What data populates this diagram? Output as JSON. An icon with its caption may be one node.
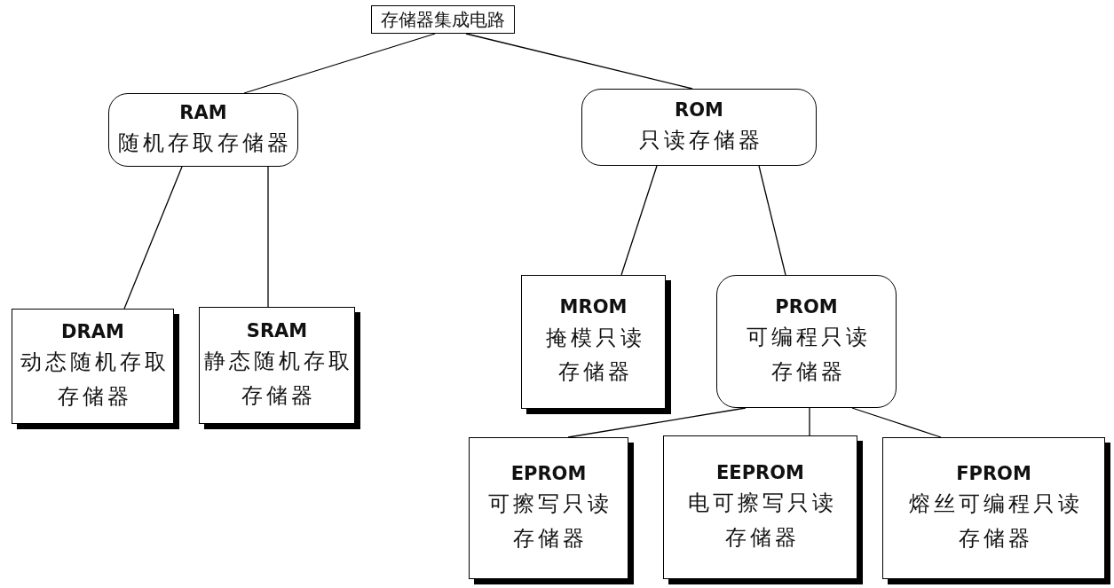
{
  "diagram": {
    "nodes": [
      {
        "text": [
          "存储器集成电路"
        ]
      },
      {
        "text": [
          "RAM",
          "随机存取存储器"
        ]
      },
      {
        "text": [
          "ROM",
          "只读存储器"
        ]
      },
      {
        "text": [
          "DRAM",
          "动态随机存取存储器"
        ]
      },
      {
        "text": [
          "SRAM",
          "静态随机存取存储器"
        ]
      },
      {
        "text": [
          "MROM",
          "掩模只读存储器"
        ]
      },
      {
        "text": [
          "PROM",
          "可编程只读存储器"
        ]
      },
      {
        "text": [
          "EPROM",
          "可擦写只读存储器"
        ]
      },
      {
        "text": [
          "EEPROM",
          "电可擦写只读存储器"
        ]
      },
      {
        "text": [
          "FPROM",
          "熔丝可编程只读存储器"
        ]
      }
    ],
    "edges": [
      {
        "from": 0,
        "to": 1,
        "arrow": "none"
      },
      {
        "from": 0,
        "to": 2,
        "arrow": "none"
      },
      {
        "from": 1,
        "to": 3,
        "arrow": "none"
      },
      {
        "from": 1,
        "to": 4,
        "arrow": "none"
      },
      {
        "from": 2,
        "to": 5,
        "arrow": "none"
      },
      {
        "from": 2,
        "to": 6,
        "arrow": "none"
      },
      {
        "from": 6,
        "to": 7,
        "arrow": "none"
      },
      {
        "from": 6,
        "to": 8,
        "arrow": "none"
      },
      {
        "from": 6,
        "to": 9,
        "arrow": "none"
      }
    ]
  }
}
